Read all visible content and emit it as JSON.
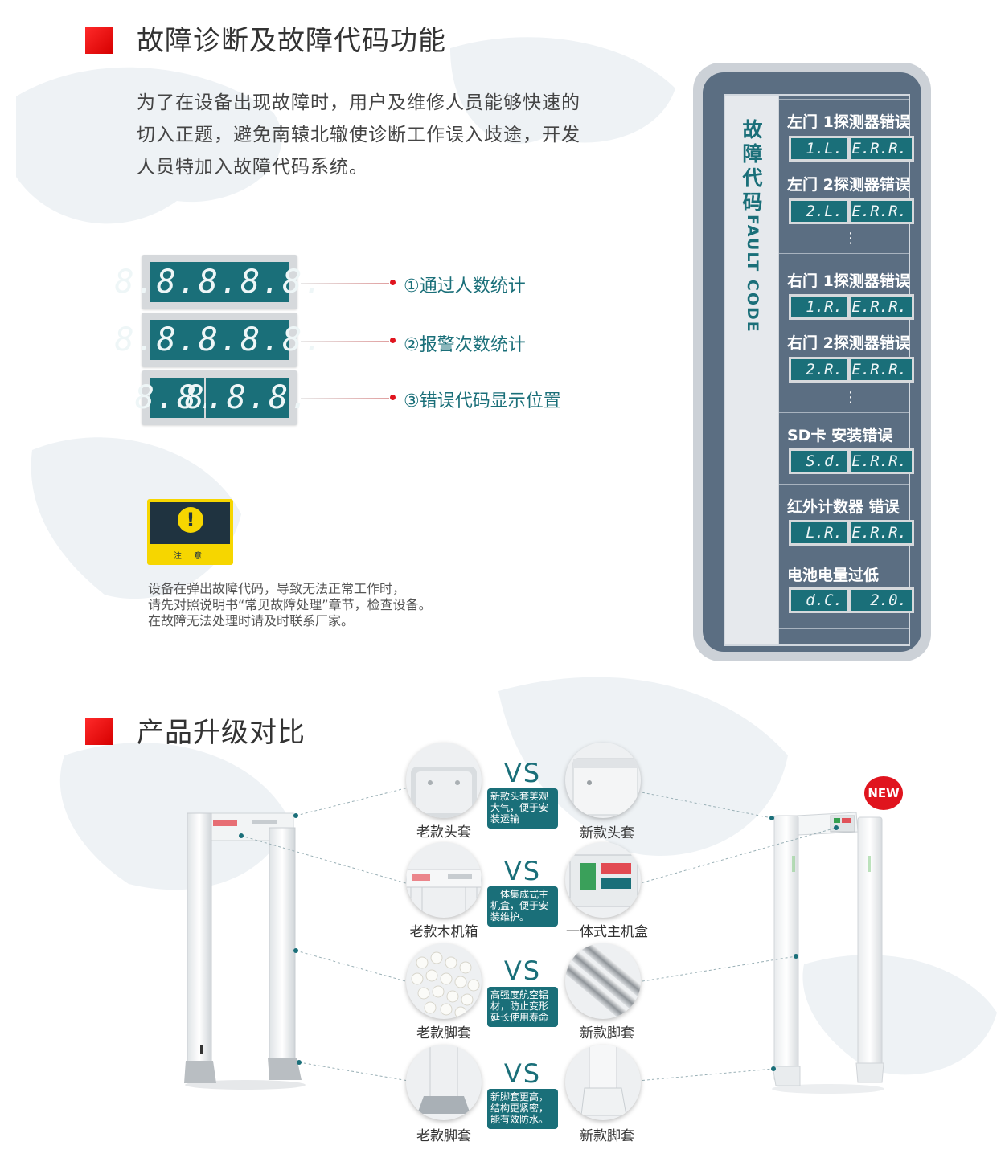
{
  "section1": {
    "title": "故障诊断及故障代码功能",
    "intro_lines": [
      "为了在设备出现故障时，用户及维修人员能够快速的",
      "切入正题，避免南辕北辙使诊断工作误入歧途，开发",
      "人员特加入故障代码系统。"
    ]
  },
  "displays": [
    {
      "digits": "8.8.8.8.8.",
      "label": "①通过人数统计"
    },
    {
      "digits": "8.8.8.8.8.",
      "label": "②报警次数统计"
    },
    {
      "digits_left": "8.8.",
      "digits_right": "8.8.8.",
      "label": "③错误代码显示位置"
    }
  ],
  "notice": {
    "symbol": "!",
    "label": "注 意",
    "lines": [
      "设备在弹出故障代码，导致无法正常工作时，",
      "请先对照说明书“常见故障处理”章节，检查设备。",
      "在故障无法处理时请及时联系厂家。"
    ]
  },
  "fault_panel": {
    "title_cn": [
      "故",
      "障",
      "代",
      "码"
    ],
    "title_en": "FAULT CODE",
    "rows": [
      {
        "label": "左门  1探测器错误",
        "left": "1.L.",
        "right": "E.R.R."
      },
      {
        "label": "左门  2探测器错误",
        "left": "2.L.",
        "right": "E.R.R."
      },
      {
        "label": "右门  1探测器错误",
        "left": "1.R.",
        "right": "E.R.R."
      },
      {
        "label": "右门  2探测器错误",
        "left": "2.R.",
        "right": "E.R.R."
      },
      {
        "label": "SD卡  安装错误",
        "left": "S.d.",
        "right": "E.R.R."
      },
      {
        "label": "红外计数器  错误",
        "left": "L.R.",
        "right": "E.R.R."
      },
      {
        "label": "电池电量过低",
        "left": "d.C.",
        "right": "2.0."
      }
    ],
    "ellipsis": "⋮"
  },
  "section2": {
    "title": "产品升级对比",
    "badge": "NEW",
    "vs": "VS",
    "comparisons": [
      {
        "old": "老款头套",
        "new": "新款头套",
        "note": "新款头套美观大气，便于安装运输"
      },
      {
        "old": "老款木机箱",
        "new": "一体式主机盒",
        "note": "一体集成式主机盒，便于安装维护。"
      },
      {
        "old": "老款脚套",
        "new": "新款脚套",
        "note": "高强度航空铝材，防止变形延长使用寿命"
      },
      {
        "old": "老款脚套",
        "new": "新款脚套",
        "note": "新脚套更高，结构更紧密，能有效防水。"
      }
    ]
  }
}
